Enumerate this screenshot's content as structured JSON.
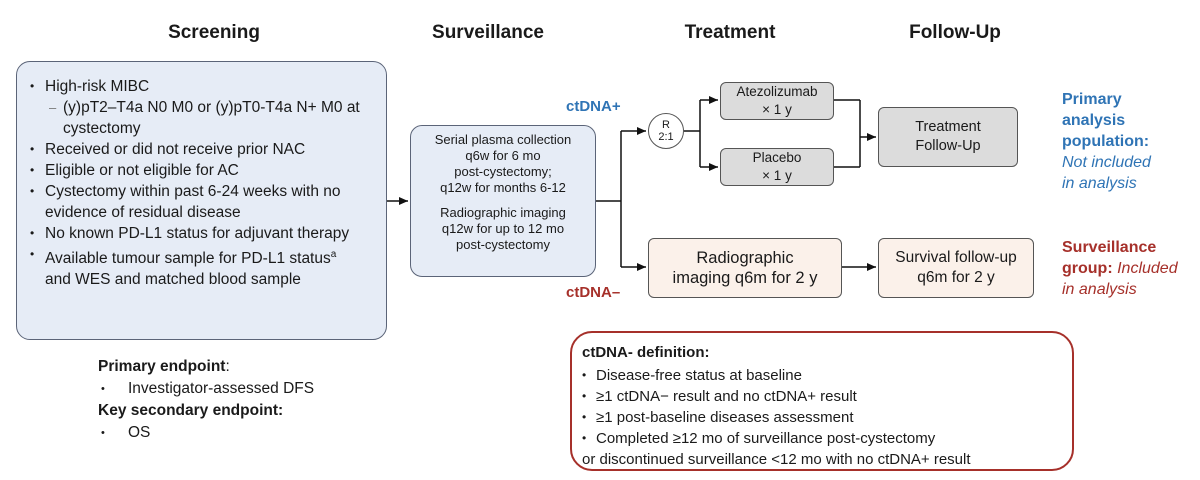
{
  "headers": {
    "screening": "Screening",
    "surveillance": "Surveillance",
    "treatment": "Treatment",
    "follow_up": "Follow-Up"
  },
  "screening": {
    "items": [
      "High-risk MIBC",
      "(y)pT2–T4a N0 M0 or (y)pT0-T4a N+ M0 at cystectomy",
      "Received or did not receive prior NAC",
      "Eligible or not eligible for AC",
      "Cystectomy within past 6-24 weeks with no evidence of residual disease",
      "No known PD-L1 status for adjuvant therapy",
      "Available tumour sample for PD-L1 status",
      "and WES and matched blood sample"
    ],
    "footnote_mark": "a"
  },
  "surveillance": {
    "lines1": [
      "Serial plasma collection",
      "q6w for 6 mo",
      "post-cystectomy;",
      "q12w for months 6-12"
    ],
    "lines2": [
      "Radiographic imaging",
      "q12w for up to 12 mo",
      "post-cystectomy"
    ]
  },
  "branches": {
    "positive": "ctDNA+",
    "negative": "ctDNA–",
    "randomization": {
      "r": "R",
      "ratio": "2:1"
    }
  },
  "treatment": {
    "arm1": {
      "line1": "Atezolizumab",
      "line2": "× 1 y"
    },
    "arm2": {
      "line1": "Placebo",
      "line2": "× 1 y"
    },
    "radiographic": {
      "line1": "Radiographic",
      "line2": "imaging q6m for 2 y"
    }
  },
  "follow_up": {
    "treatment": {
      "line1": "Treatment",
      "line2": "Follow-Up"
    },
    "survival": {
      "line1": "Survival follow-up",
      "line2": "q6m for 2 y"
    }
  },
  "primary_population": {
    "line1": "Primary",
    "line2": "analysis",
    "line3": "population:",
    "line4": "Not included",
    "line5": "in analysis"
  },
  "surveillance_group": {
    "line1": "Surveillance",
    "line2_bold": "group:",
    "line2_italic": "Included",
    "line3": "in analysis"
  },
  "endpoints": {
    "primary_label": "Primary endpoint",
    "primary_colon": ":",
    "primary_item": "Investigator-assessed DFS",
    "secondary_label": "Key secondary endpoint:",
    "secondary_item": "OS"
  },
  "definition": {
    "title": "ctDNA- definition:",
    "items": [
      "Disease-free status at baseline",
      "≥1 ctDNA− result and no ctDNA+ result",
      "≥1 post-baseline diseases assessment",
      "Completed ≥12 mo of surveillance post-cystectomy",
      "or discontinued surveillance <12 mo with no ctDNA+ result"
    ]
  },
  "colors": {
    "positive_blue": "#2f74b5",
    "negative_red": "#a6302a",
    "box_blue": "#e6ecf6",
    "box_grey": "#dcdcdc",
    "box_peach": "#fbf1ea"
  }
}
